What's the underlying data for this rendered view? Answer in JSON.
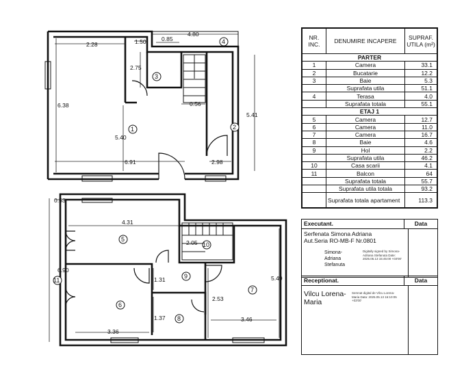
{
  "table": {
    "headers": {
      "nr": "NR. INC.",
      "name": "DENUMIRE INCAPERE",
      "area": "SUPRAF. UTILA (m²)"
    },
    "rows": [
      {
        "kind": "section",
        "name": "PARTER"
      },
      {
        "kind": "room",
        "nr": "1",
        "name": "Camera",
        "area": "33.1"
      },
      {
        "kind": "room",
        "nr": "2",
        "name": "Bucatarie",
        "area": "12.2"
      },
      {
        "kind": "room",
        "nr": "3",
        "name": "Baie",
        "area": "5.3"
      },
      {
        "kind": "total",
        "nr": "",
        "name": "Suprafata utila",
        "area": "51.1"
      },
      {
        "kind": "room",
        "nr": "4",
        "name": "Terasa",
        "area": "4.0"
      },
      {
        "kind": "total",
        "nr": "",
        "name": "Suprafata totala",
        "area": "55.1"
      },
      {
        "kind": "section",
        "name": "ETAJ 1"
      },
      {
        "kind": "room",
        "nr": "5",
        "name": "Camera",
        "area": "12.7"
      },
      {
        "kind": "room",
        "nr": "6",
        "name": "Camera",
        "area": "11.0"
      },
      {
        "kind": "room",
        "nr": "7",
        "name": "Camera",
        "area": "16.7"
      },
      {
        "kind": "room",
        "nr": "8",
        "name": "Baie",
        "area": "4.6"
      },
      {
        "kind": "room",
        "nr": "9",
        "name": "Hol",
        "area": "2.2"
      },
      {
        "kind": "total",
        "nr": "",
        "name": "Suprafata utila",
        "area": "46.2"
      },
      {
        "kind": "room",
        "nr": "10",
        "name": "Casa scarii",
        "area": "4.1"
      },
      {
        "kind": "room",
        "nr": "11",
        "name": "Balcon",
        "area": "64"
      },
      {
        "kind": "total",
        "nr": "",
        "name": "Suprafata totala",
        "area": "55.7"
      },
      {
        "kind": "total",
        "nr": "",
        "name": "Suprafata utila totala",
        "area": "93.2"
      },
      {
        "kind": "total2",
        "nr": "",
        "name": "Suprafata totala apartament",
        "area": "113.3"
      }
    ]
  },
  "executant": {
    "label": "Executant.",
    "date_label": "Data",
    "name": "Serfenata Simona Adriana",
    "authorization": "Aut.Seria RO-MB-F Nr.0801",
    "signature_name": "Simona- Adriana Stefanuta",
    "digital_sig": "Digitally signed by Simona-Adriana Stefanuta Date: 2025.05.13 15:45:00 +03'00'"
  },
  "receptionat": {
    "label": "Receptionat.",
    "date_label": "Data",
    "name": "Vilcu Lorena- Maria",
    "digital_sig": "Semnat digital de Vilcu Lorena-Maria Data: 2025.05.13 16:10:05 +03'00'"
  },
  "ground_floor": {
    "dims": {
      "top_total": "4.80",
      "left_top": "2.28",
      "stair_top": "1.50",
      "stair_w": "0.85",
      "bath_h": "2.75",
      "height_left": "6.38",
      "room1_h": "5.40",
      "bottom_w": "6.91",
      "right_h": "5.41",
      "bottom_right": "2.98",
      "hall_w": "0.56"
    },
    "rooms": [
      "1",
      "2",
      "3",
      "4"
    ]
  },
  "upper_floor": {
    "dims": {
      "offset": "0.53",
      "room5_w": "4.31",
      "height_left": "6.90",
      "stair_w": "2.05",
      "hall_h": "1.31",
      "bath_h": "1.37",
      "room6_w": "3.36",
      "room7_h": "5.49",
      "room7_h2": "2.53",
      "room7_w": "3.46"
    },
    "rooms": [
      "5",
      "6",
      "7",
      "8",
      "9",
      "10",
      "11"
    ]
  },
  "colors": {
    "line": "#111111",
    "background": "#ffffff"
  }
}
